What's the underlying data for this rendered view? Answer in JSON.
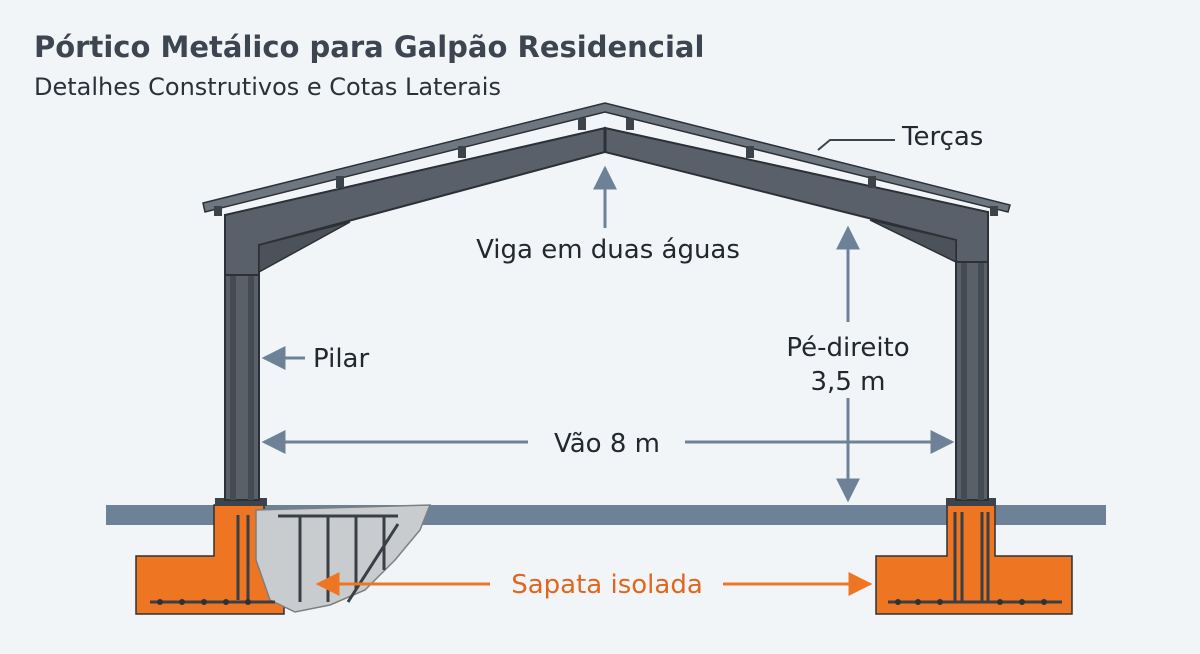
{
  "header": {
    "title": "Pórtico Metálico para Galpão Residencial",
    "subtitle": "Detalhes Construtivos e Cotas Laterais"
  },
  "labels": {
    "purlins": "Terças",
    "gable_beam": "Viga em duas águas",
    "column": "Pilar",
    "ceiling_height_line1": "Pé-direito",
    "ceiling_height_line2": "3,5 m",
    "span": "Vão 8 m",
    "footing": "Sapata isolada"
  },
  "colors": {
    "background": "#f2f5f8",
    "steel": "#596069",
    "steel_dark": "#2c3137",
    "ground": "#6d8297",
    "arrow": "#6d8297",
    "footing": "#ee7622",
    "footing_label": "#e0661f",
    "concrete": "#c9ccce"
  }
}
